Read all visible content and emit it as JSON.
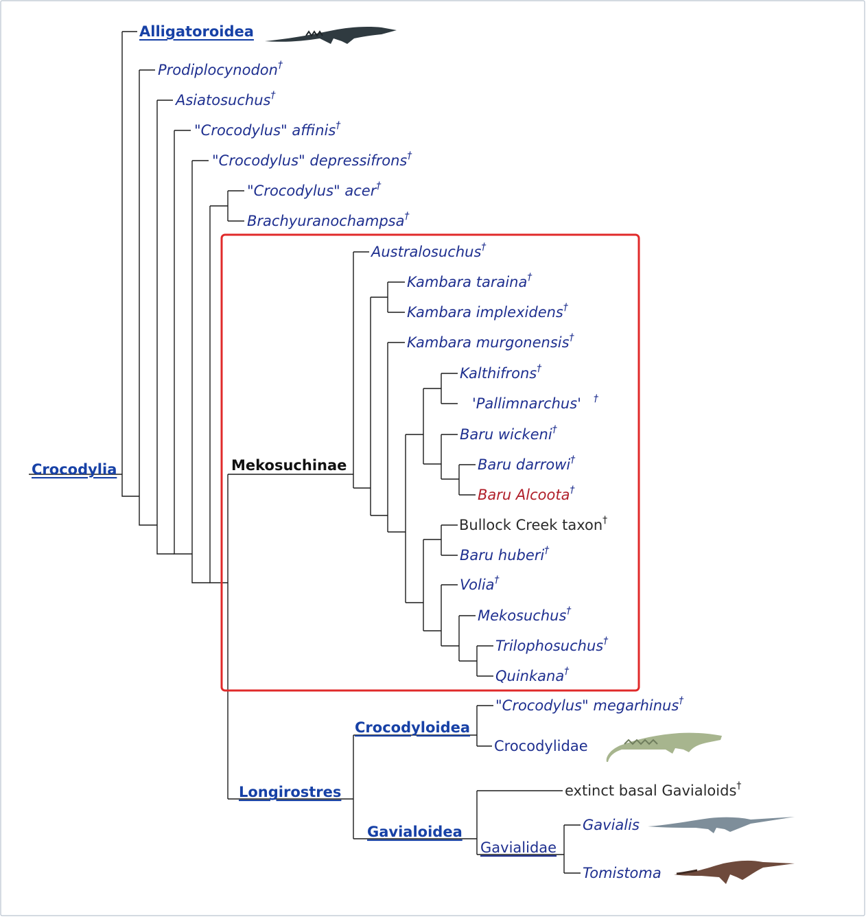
{
  "tree": {
    "root_label": "Crocodylia",
    "dagger": "†",
    "taxa": {
      "alligatoroidea": "Alligatoroidea",
      "prodiplocynodon": "Prodiplocynodon",
      "asiatosuchus": "Asiatosuchus",
      "c_affinis": "\"Crocodylus\" affinis",
      "c_depressifrons": "\"Crocodylus\" depressifrons",
      "c_acer": "\"Crocodylus\" acer",
      "brachyuranochampsa": "Brachyuranochampsa",
      "australosuchus": "Australosuchus",
      "kambara_taraina": "Kambara taraina",
      "kambara_implexidens": "Kambara implexidens",
      "kambara_murgonensis": "Kambara murgonensis",
      "kalthifrons": "Kalthifrons",
      "pallimnarchus": "'Pallimnarchus'",
      "baru_wickeni": "Baru wickeni",
      "baru_darrowi": "Baru darrowi",
      "baru_alcoota": "Baru Alcoota",
      "bullock_creek": "Bullock Creek taxon",
      "baru_huberi": "Baru huberi",
      "volia": "Volia",
      "mekosuchus": "Mekosuchus",
      "trilophosuchus": "Trilophosuchus",
      "quinkana": "Quinkana",
      "c_megarhinus": "\"Crocodylus\" megarhinus",
      "crocodylidae": "Crocodylidae",
      "extinct_gavialoids": "extinct basal Gavialoids",
      "gavialis": "Gavialis",
      "tomistoma": "Tomistoma"
    },
    "clades": {
      "mekosuchinae": "Mekosuchinae",
      "longirostres": "Longirostres",
      "crocodyloidea": "Crocodyloidea",
      "gavialoidea": "Gavialoidea",
      "gavialidae": "Gavialidae"
    },
    "colors": {
      "taxon": "#1e2f8f",
      "clade": "#1741a6",
      "highlight_box": "#e02a2a",
      "alcoota": "#b01f2a"
    },
    "icons": [
      "alligator-icon",
      "crocodile-icon",
      "gharial-icon",
      "false-gharial-icon"
    ]
  }
}
